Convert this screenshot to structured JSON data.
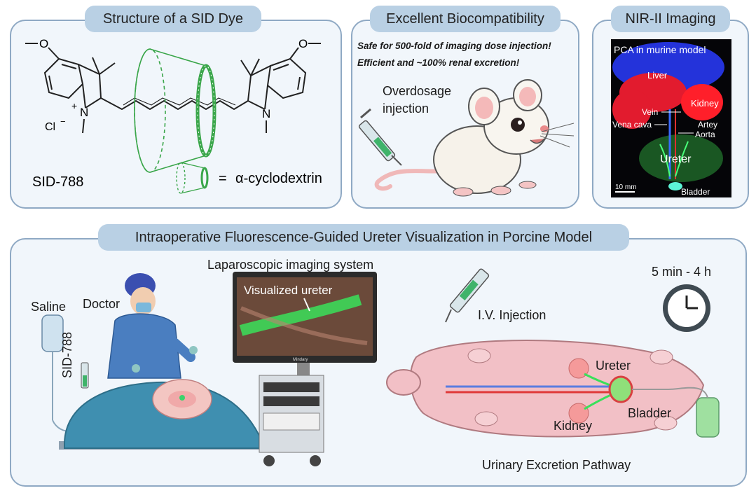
{
  "panels": {
    "structure": {
      "title": "Structure of a SID Dye",
      "methoxy_left": "O",
      "methoxy_right": "O",
      "n_plus": "N",
      "plus_sign": "+",
      "n_right": "N",
      "counterion": "Cl",
      "counterion_charge": "−",
      "compound_name": "SID-788",
      "legend_equals": "=",
      "legend_label": "α-cyclodextrin"
    },
    "biocompat": {
      "title": "Excellent Biocompatibility",
      "line1": "Safe for 500-fold of imaging dose injection!",
      "line2": "Efficient and ~100% renal excretion!",
      "overdose_line1": "Overdosage",
      "overdose_line2": "injection"
    },
    "nir": {
      "title": "NIR-II Imaging",
      "caption": "PCA in murine model",
      "labels": {
        "liver": "Liver",
        "kidney": "Kidney",
        "vein": "Vein",
        "vena_cava": "Vena cava",
        "artey": "Artey",
        "aorta": "Aorta",
        "ureter": "Ureter",
        "bladder": "Bladder",
        "scale": "10 mm"
      }
    },
    "intraop": {
      "title": "Intraoperative Fluorescence-Guided Ureter Visualization in Porcine Model",
      "saline": "Saline",
      "doctor": "Doctor",
      "dye_label": "SID-788",
      "laparo_system": "Laparoscopic imaging system",
      "visualized_ureter": "Visualized ureter",
      "monitor_brand": "Mindary",
      "iv_injection": "I.V. Injection",
      "time_range": "5 min - 4 h",
      "ureter": "Ureter",
      "bladder": "Bladder",
      "kidney": "Kidney",
      "pathway": "Urinary Excretion Pathway"
    }
  },
  "colors": {
    "panel_border": "#8fa9c4",
    "panel_bg": "#f1f6fb",
    "tab_bg": "#b9d0e4",
    "cyclodextrin_green": "#3aa64a",
    "fluorescence_green": "#39e05a"
  }
}
